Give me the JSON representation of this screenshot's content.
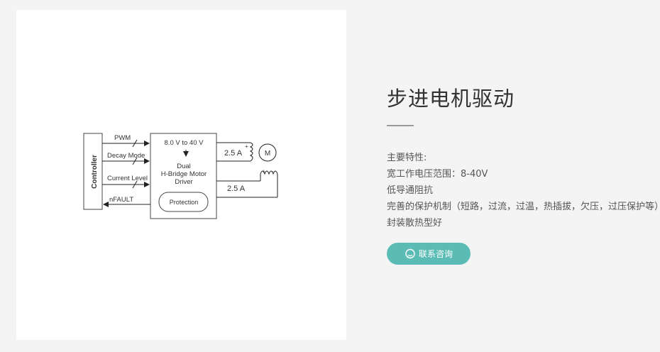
{
  "product": {
    "title": "步进电机驱动",
    "features": [
      "主要特性:",
      "宽工作电压范围：8-40V",
      "低导通阻抗",
      "完善的保护机制（短路，过流，过温，热插拔，欠压，过压保护等）",
      "封装散热型好"
    ],
    "contact_button": "联系咨询",
    "icon": "chat-bubble-icon"
  },
  "diagram": {
    "controller": "Controller",
    "inputs": [
      "PWM",
      "Decay Mode",
      "Current Level"
    ],
    "output": "nFAULT",
    "voltage": "8.0 V to 40 V",
    "driver": [
      "Dual",
      "H-Bridge Motor",
      "Driver"
    ],
    "protection": "Protection",
    "current_top": "2.5 A",
    "current_bottom": "2.5 A",
    "motor": "M",
    "plus_top": "+",
    "plus_bottom": "+",
    "minus_bottom": "-"
  },
  "colors": {
    "accent": "#5bbcb6",
    "background": "#f4f4f4",
    "panel": "#ffffff"
  }
}
